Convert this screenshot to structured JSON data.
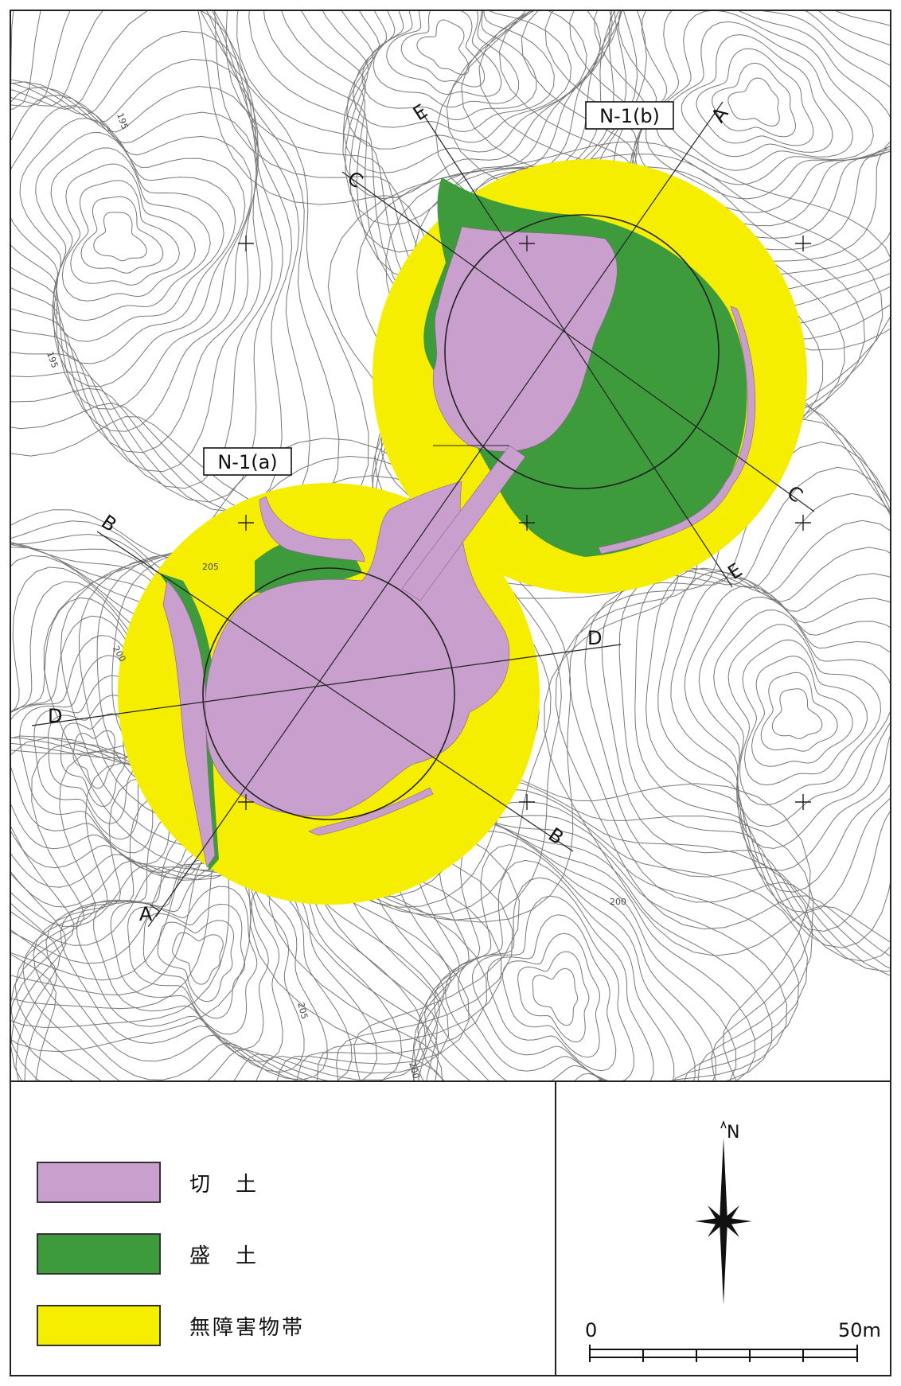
{
  "colors": {
    "cut": "#c9a0cd",
    "fill": "#3e9b3c",
    "obstacle_free": "#f6ee00",
    "contour": "#777777",
    "line": "#222222"
  },
  "map": {
    "site_labels": [
      "N-1(a)",
      "N-1(b)"
    ],
    "section_labels": [
      "A",
      "B",
      "C",
      "D",
      "E"
    ],
    "contour_labels": [
      "195",
      "195",
      "205",
      "200",
      "200",
      "205",
      "200"
    ]
  },
  "legend": {
    "items": [
      {
        "label": "切　土",
        "color": "#c9a0cd"
      },
      {
        "label": "盛　土",
        "color": "#3e9b3c"
      },
      {
        "label": "無障害物帯",
        "color": "#f6ee00"
      }
    ]
  },
  "north_arrow": {
    "label": "N"
  },
  "scale_bar": {
    "start": "0",
    "end": "50m"
  }
}
